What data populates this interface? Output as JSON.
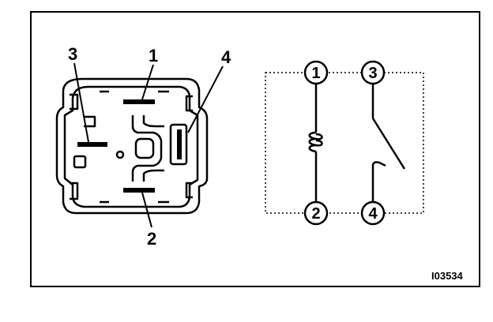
{
  "relay_pin_labels": {
    "pin1": "1",
    "pin2": "2",
    "pin3": "3",
    "pin4": "4"
  },
  "schematic_terminals": {
    "t1": "1",
    "t2": "2",
    "t3": "3",
    "t4": "4"
  },
  "figure_id": "I03534"
}
